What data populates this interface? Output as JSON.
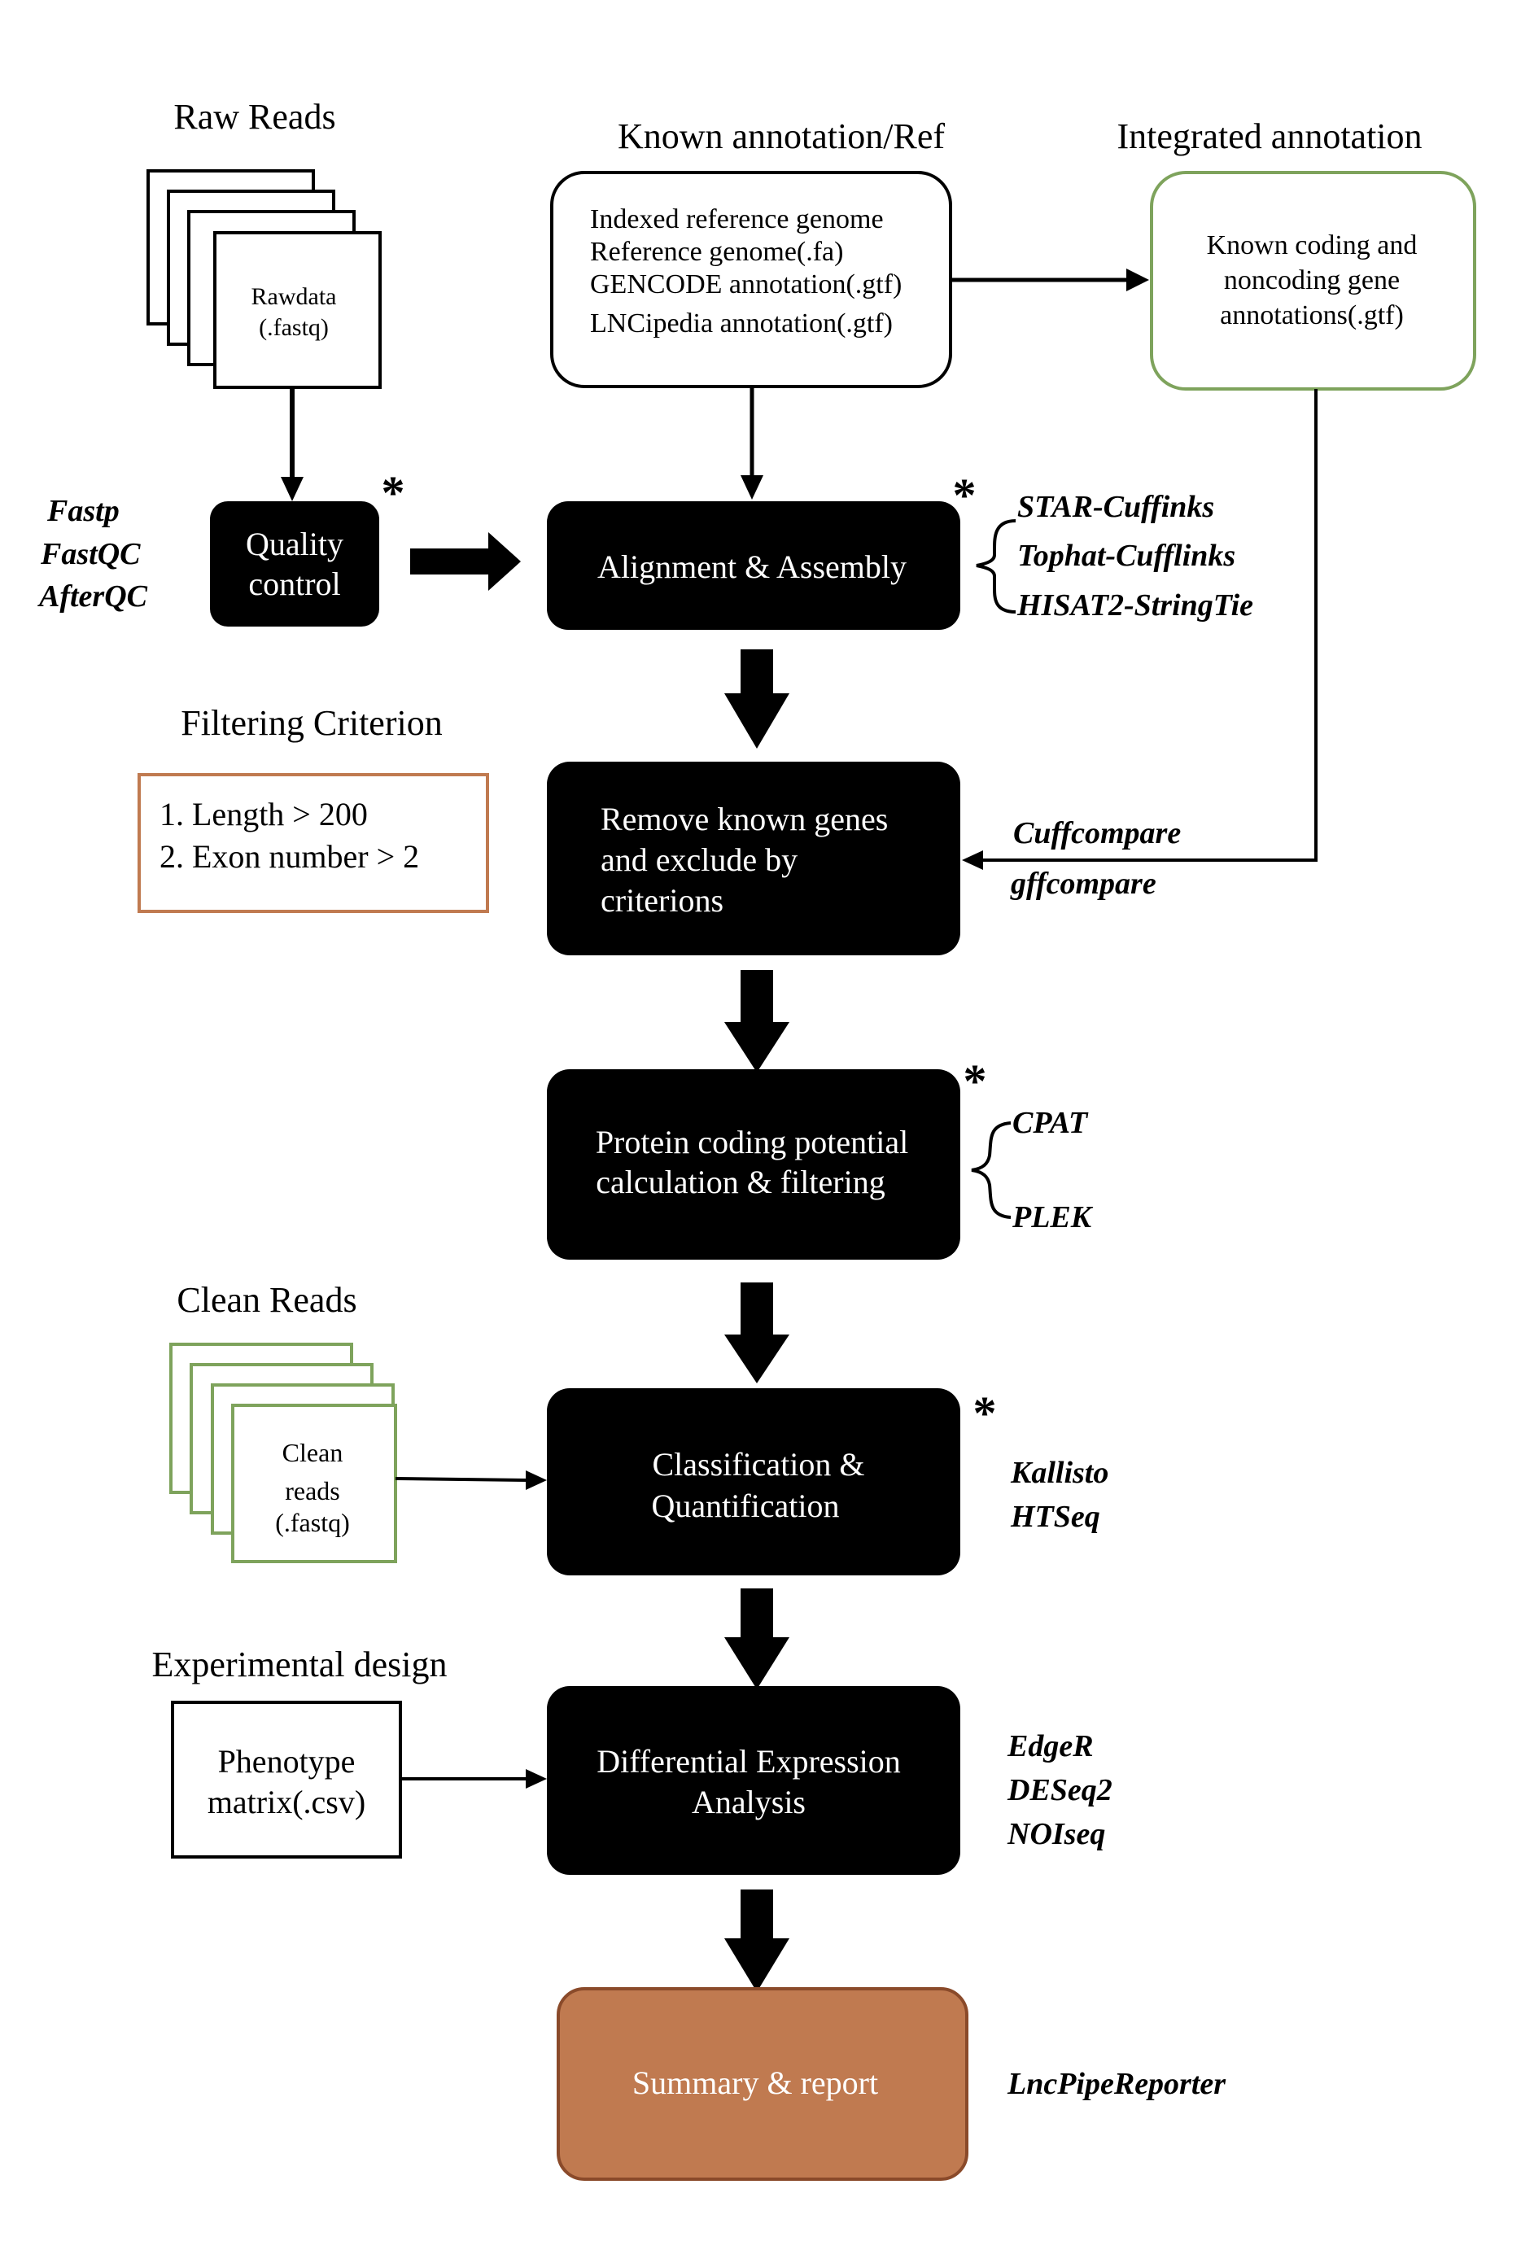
{
  "colors": {
    "black": "#000000",
    "white": "#ffffff",
    "green": "#7ea35c",
    "orange": "#c07a50",
    "orange_border": "#8a4a2a"
  },
  "headings": {
    "raw_reads": "Raw Reads",
    "known_annotation": "Known annotation/Ref",
    "integrated_annotation": "Integrated annotation",
    "filtering_criterion": "Filtering Criterion",
    "clean_reads": "Clean Reads",
    "experimental_design": "Experimental design"
  },
  "raw_reads": {
    "line1": "Rawdata",
    "line2": "(.fastq)"
  },
  "clean_reads": {
    "line1": "Clean",
    "line2": "reads",
    "line3": "(.fastq)"
  },
  "known_annotation_box": {
    "line1": "Indexed reference genome",
    "line2": "Reference genome(.fa)",
    "line3": "GENCODE annotation(.gtf)",
    "line4": "LNCipedia  annotation(.gtf)"
  },
  "integrated_box": {
    "line1": "Known coding and",
    "line2": "noncoding gene",
    "line3": "annotations(.gtf)"
  },
  "filter_box": {
    "line1": "1. Length > 200",
    "line2": "2. Exon number > 2"
  },
  "phenotype_box": {
    "line1": "Phenotype",
    "line2": "matrix(.csv)"
  },
  "steps": {
    "qc": {
      "line1": "Quality",
      "line2": "control"
    },
    "align": {
      "line1": "Alignment & Assembly"
    },
    "remove": {
      "line1": "Remove known genes",
      "line2": "and exclude by",
      "line3": "criterions"
    },
    "coding": {
      "line1": "Protein coding potential",
      "line2": "calculation & filtering"
    },
    "classify": {
      "line1": "Classification &",
      "line2": "Quantification"
    },
    "de": {
      "line1": "Differential Expression",
      "line2": "Analysis"
    },
    "summary": {
      "line1": "Summary & report"
    }
  },
  "tools": {
    "qc": [
      "Fastp",
      "FastQC",
      "AfterQC"
    ],
    "align": [
      "STAR-Cuffinks",
      "Tophat-Cufflinks",
      "HISAT2-StringTie"
    ],
    "compare": [
      "Cuffcompare",
      "gffcompare"
    ],
    "coding": [
      "CPAT",
      "PLEK"
    ],
    "quant": [
      "Kallisto",
      "HTSeq"
    ],
    "de": [
      "EdgeR",
      "DESeq2",
      "NOIseq"
    ],
    "report": [
      "LncPipeReporter"
    ]
  },
  "star_mark": "*"
}
